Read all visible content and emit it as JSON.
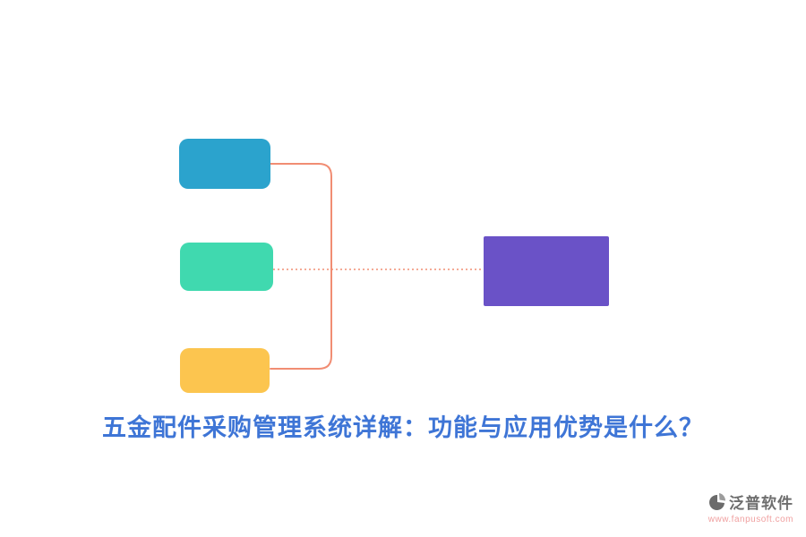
{
  "title": {
    "text": "五金配件采购管理系统详解：功能与应用优势是什么？",
    "color": "#3E75D6"
  },
  "diagram": {
    "left_nodes": [
      {
        "id": "topic-1",
        "color": "#2BA3CD"
      },
      {
        "id": "topic-2",
        "color": "#40D9AF"
      },
      {
        "id": "topic-3",
        "color": "#FCC54F"
      }
    ],
    "right_node": {
      "color": "#6A52C7"
    },
    "connector_color": "#F18D73"
  },
  "logo": {
    "company": "泛普软件",
    "website": "www.fanpusoft.com",
    "company_color": "#6E6E6E",
    "website_color": "#F0A0A0",
    "icon_color": "#6B6B6B",
    "icon_accent_color": "#9C9C9C"
  }
}
